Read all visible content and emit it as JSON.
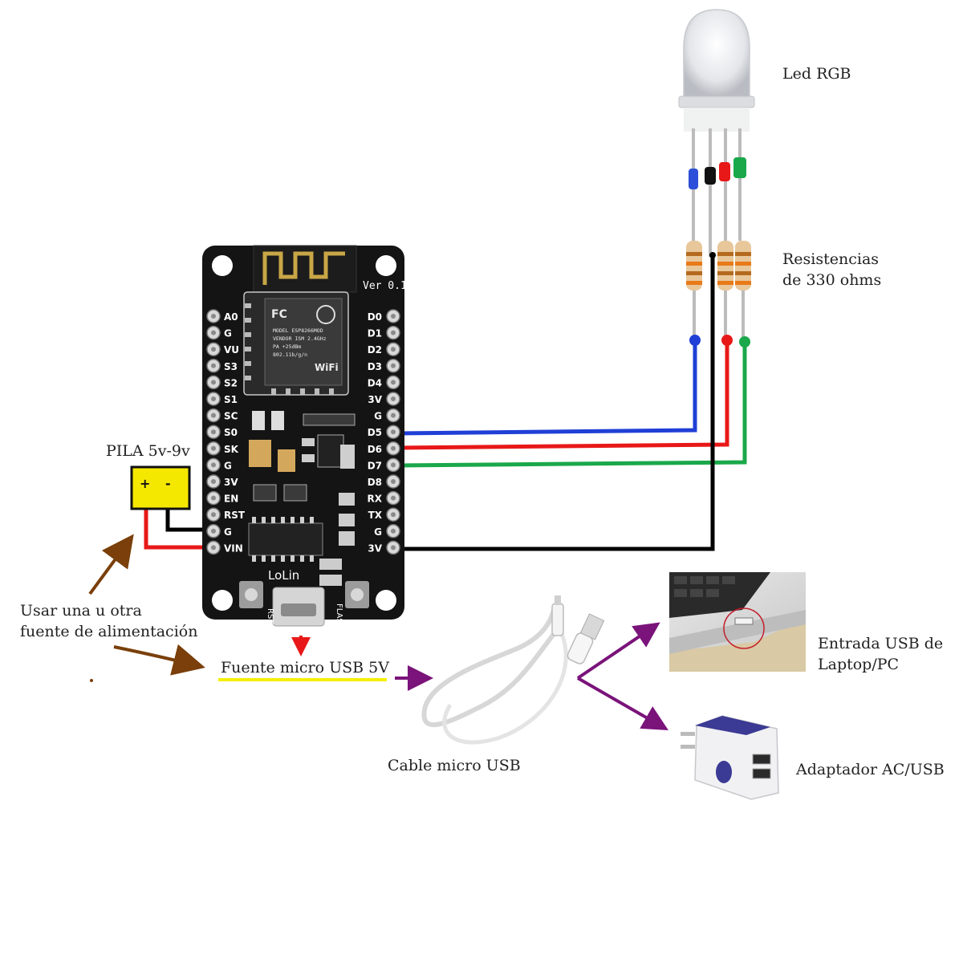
{
  "labels": {
    "led": "Led  RGB",
    "resistors_1": "Resistencias",
    "resistors_2": "de  330    ohms",
    "battery": "PILA  5v-9v",
    "battery_plus": "+",
    "battery_minus": "-",
    "alt_power_1": "Usar  una  u  otra",
    "alt_power_2": "fuente  de  alimentación",
    "usb_source": "Fuente  micro  USB  5V",
    "cable": "Cable  micro  USB",
    "laptop_1": "Entrada  USB  de",
    "laptop_2": "Laptop/PC",
    "adapter": "Adaptador  AC/USB"
  },
  "board": {
    "ver": "Ver 0.1",
    "brand": "LoLin",
    "module_1": "MODEL  ESP8266MOD",
    "module_2": "VENDOR  ISM 2.4GHz",
    "module_3": "PA +25dBm",
    "module_4": "802.11b/g/n",
    "wifi": "WiFi",
    "fc": "FC",
    "rst": "RST",
    "flash": "FLASH",
    "left_pins": [
      "A0",
      "G",
      "VU",
      "S3",
      "S2",
      "S1",
      "SC",
      "S0",
      "SK",
      "G",
      "3V",
      "EN",
      "RST",
      "G",
      "VIN"
    ],
    "right_pins": [
      "D0",
      "D1",
      "D2",
      "D3",
      "D4",
      "3V",
      "G",
      "D5",
      "D6",
      "D7",
      "D8",
      "RX",
      "TX",
      "G",
      "3V"
    ]
  },
  "colors": {
    "wire_blue": "#1f3fd6",
    "wire_red": "#e81818",
    "wire_green": "#1aa84a",
    "wire_black": "#000000",
    "arrow_brown": "#7a3f0a",
    "arrow_purple": "#7a137a",
    "battery_fill": "#f5e800",
    "underline": "#f5f000"
  }
}
